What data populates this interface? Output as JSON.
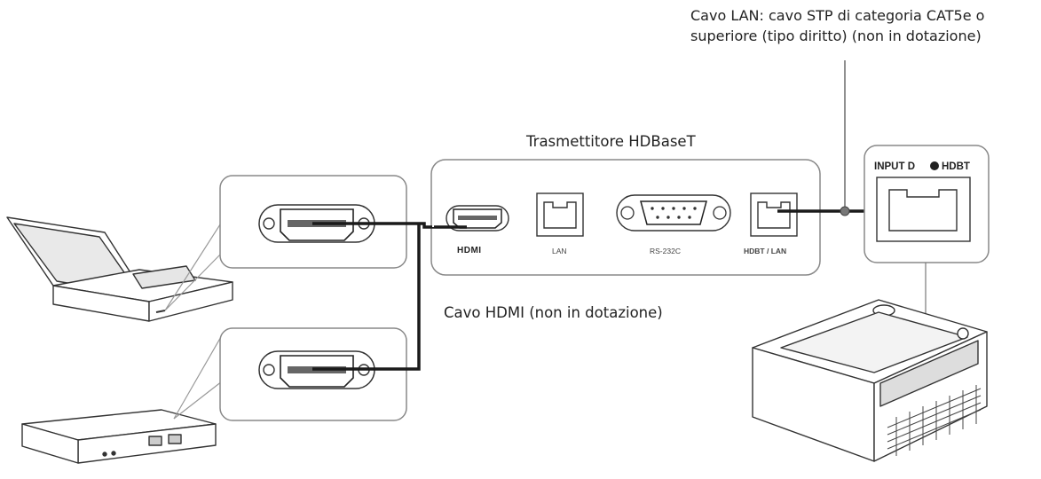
{
  "labels": {
    "lan_cable_line1": "Cavo LAN: cavo STP di categoria CAT5e o",
    "lan_cable_line2": "superiore (tipo diritto) (non in dotazione)",
    "transmitter_title": "Trasmettitore HDBaseT",
    "hdmi_cable": "Cavo HDMI (non in dotazione)"
  },
  "transmitter_ports": {
    "hdmi": "HDMI",
    "lan": "LAN",
    "rs232c": "RS-232C",
    "hdbt_lan": "HDBT / LAN"
  },
  "projector_panel": {
    "input_label": "INPUT D",
    "hdbt_logo": "HDBT"
  },
  "icons": {
    "laptop": "laptop-icon",
    "player": "av-device-icon",
    "projector": "projector-icon"
  }
}
